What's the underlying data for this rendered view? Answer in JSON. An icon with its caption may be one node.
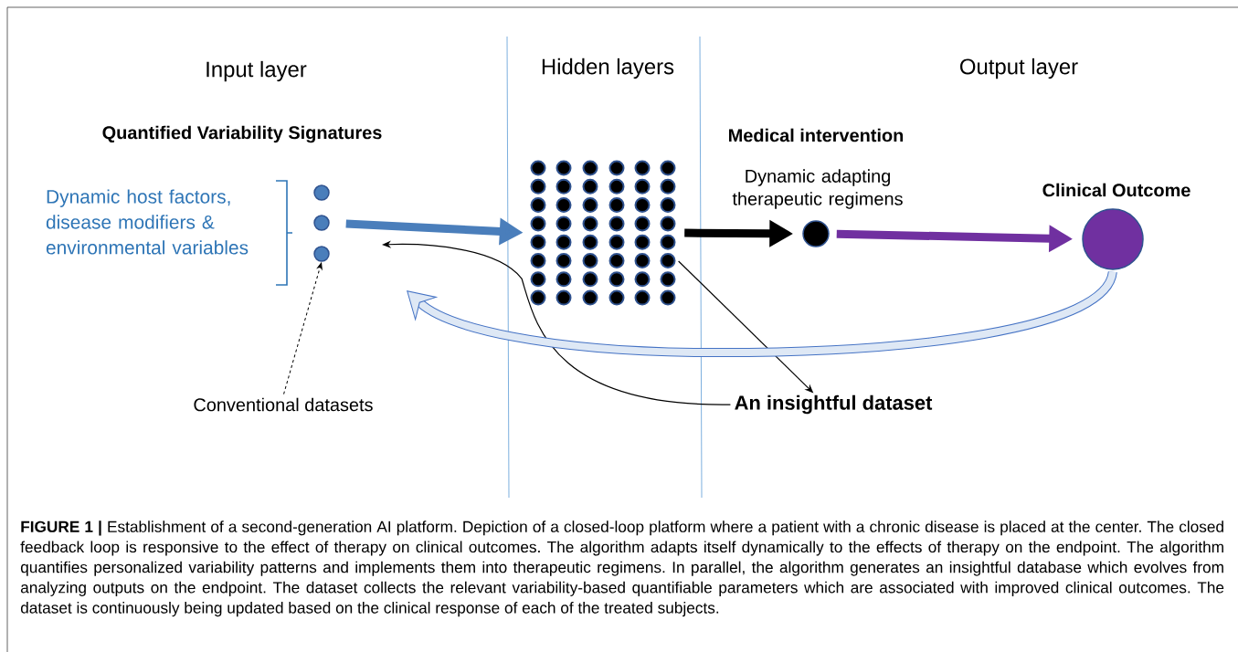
{
  "diagram": {
    "caption": "**FIGURE 1 |** Establishment of a second-generation AI platform. Depiction of a closed-loop platform where a patient with a chronic disease is placed at the center. The closed feedback loop is responsive to the effect of therapy on clinical outcomes. The algorithm adapts itself dynamically to the effects of therapy on the endpoint. The algorithm quantifies personalized variability patterns and implements them into therapeutic regimens. In parallel, the algorithm generates an insightful database which evolves from analyzing outputs on the endpoint. The dataset collects the relevant variability-based quantifiable parameters which are associated with improved clinical outcomes. The dataset is continuously being updated based on the clinical response of each of the treated subjects.",
    "nodes": [
      {
        "text": [
          "Dynamic host factors, disease modifiers & environmental variables"
        ]
      },
      {
        "text": [],
        "shape": "circle"
      },
      {
        "text": [],
        "shape": "circle"
      },
      {
        "text": [],
        "shape": "circle"
      },
      {
        "text": [],
        "shape": "picture"
      },
      {
        "text": [
          "Conventional datasets"
        ]
      },
      {
        "text": [],
        "shape": "circle",
        "beside": [
          "Dynamic adapting therapeutic regimens"
        ]
      },
      {
        "text": [],
        "shape": "circle",
        "beside": [
          "Clinical Outcome"
        ]
      },
      {
        "text": [
          "An insightful dataset"
        ]
      }
    ],
    "edges": [
      {
        "from": 2,
        "to": 4,
        "arrow": "to",
        "color": "#4a7ebb"
      },
      {
        "from": 5,
        "to": 3,
        "arrow": "to",
        "style": "dashed"
      },
      {
        "from": 4,
        "to": 6,
        "arrow": "to"
      },
      {
        "from": 6,
        "to": 7,
        "arrow": "to",
        "color": "#7030a0"
      },
      {
        "from": 4,
        "to": 8,
        "arrow": "to"
      },
      {
        "from": 8,
        "to": null,
        "arrow": "to"
      },
      {
        "from": 7,
        "to": null,
        "arrow": "to",
        "color": "#4472c4"
      }
    ],
    "labels": [
      "Input layer",
      "Hidden layers",
      "Output layer",
      "Quantified Variability Signatures",
      "Medical intervention"
    ]
  }
}
